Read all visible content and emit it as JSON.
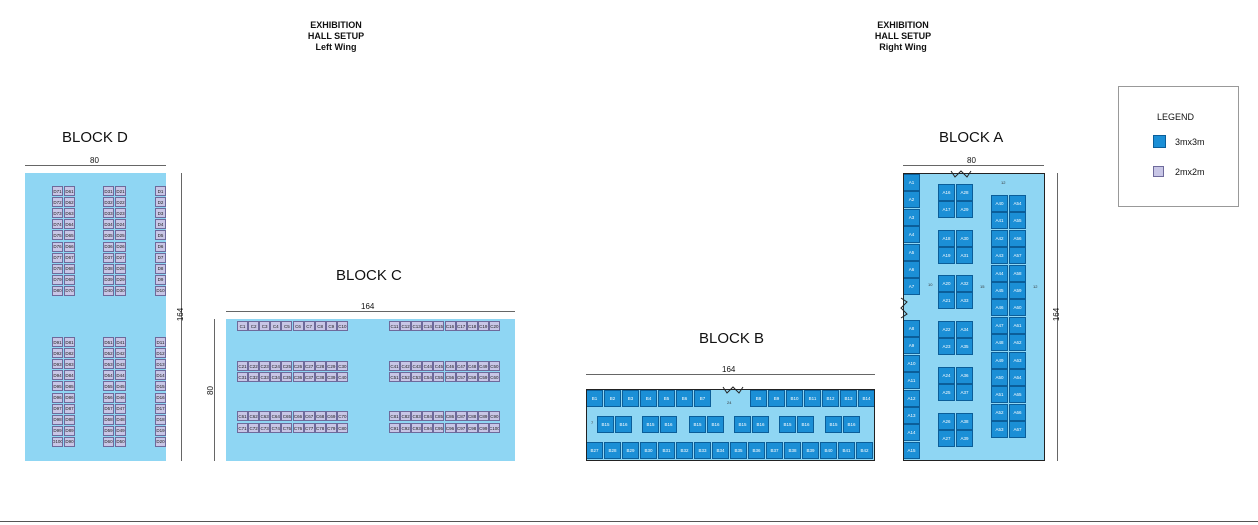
{
  "headers": {
    "left": {
      "l1": "EXHIBITION",
      "l2": "HALL SETUP",
      "l3": "Left Wing"
    },
    "right": {
      "l1": "EXHIBITION",
      "l2": "HALL SETUP",
      "l3": "Right Wing"
    }
  },
  "blocks": {
    "a": {
      "title": "BLOCK A",
      "width": "80",
      "height": "164"
    },
    "b": {
      "title": "BLOCK B",
      "width": "164"
    },
    "c": {
      "title": "BLOCK C",
      "width": "164",
      "height": "80"
    },
    "d": {
      "title": "BLOCK D",
      "width": "80",
      "height": "164"
    }
  },
  "gaps": {
    "a1": "10",
    "a2": "15",
    "a3": "12",
    "a4": "12",
    "b1": "24",
    "b2": "7"
  },
  "legend": {
    "title": "LEGEND",
    "large": "3mx3m",
    "small": "2mx2m",
    "large_color": "#1b8fd6",
    "small_color": "#c8c6e6"
  },
  "floor_color": "#8fd6f3",
  "booths": {
    "d": {
      "colA_top": [
        "D71",
        "D72",
        "D73",
        "D74",
        "D75",
        "D76",
        "D77",
        "D78",
        "D79",
        "D80"
      ],
      "colB_top": [
        "D61",
        "D62",
        "D63",
        "D64",
        "D65",
        "D66",
        "D67",
        "D68",
        "D69",
        "D70"
      ],
      "colC_top": [
        "D31",
        "D32",
        "D33",
        "D34",
        "D35",
        "D36",
        "D37",
        "D38",
        "D39",
        "D40"
      ],
      "colD_top": [
        "D21",
        "D22",
        "D23",
        "D24",
        "D25",
        "D26",
        "D27",
        "D28",
        "D29",
        "D30"
      ],
      "colE_top": [
        "D1",
        "D2",
        "D3",
        "D4",
        "D5",
        "D6",
        "D7",
        "D8",
        "D9",
        "D10"
      ],
      "colA_bot": [
        "D91",
        "D92",
        "D93",
        "D94",
        "D95",
        "D96",
        "D97",
        "D98",
        "D99",
        "D100"
      ],
      "colB_bot": [
        "D81",
        "D82",
        "D83",
        "D84",
        "D85",
        "D86",
        "D87",
        "D88",
        "D89",
        "D90"
      ],
      "colC_bot": [
        "D51",
        "D52",
        "D53",
        "D54",
        "D55",
        "D56",
        "D57",
        "D58",
        "D59",
        "D60"
      ],
      "colD_bot": [
        "D41",
        "D42",
        "D43",
        "D44",
        "D45",
        "D46",
        "D47",
        "D48",
        "D49",
        "D50"
      ],
      "colE_bot": [
        "D11",
        "D12",
        "D13",
        "D14",
        "D15",
        "D16",
        "D17",
        "D18",
        "D19",
        "D20"
      ]
    },
    "c": {
      "r1a": [
        "C1",
        "C2",
        "C3",
        "C4",
        "C5",
        "C6",
        "C7",
        "C8",
        "C9",
        "C10"
      ],
      "r1b": [
        "C11",
        "C12",
        "C13",
        "C14",
        "C15",
        "C16",
        "C17",
        "C18",
        "C19",
        "C20"
      ],
      "r2a": [
        "C21",
        "C22",
        "C23",
        "C24",
        "C25",
        "C26",
        "C27",
        "C28",
        "C29",
        "C30"
      ],
      "r3a": [
        "C31",
        "C32",
        "C33",
        "C34",
        "C35",
        "C36",
        "C37",
        "C38",
        "C39",
        "C40"
      ],
      "r2b": [
        "C41",
        "C42",
        "C43",
        "C44",
        "C45",
        "C46",
        "C47",
        "C48",
        "C49",
        "C50"
      ],
      "r3b": [
        "C51",
        "C52",
        "C53",
        "C54",
        "C55",
        "C56",
        "C57",
        "C58",
        "C59",
        "C60"
      ],
      "r4a": [
        "C61",
        "C62",
        "C63",
        "C64",
        "C65",
        "C66",
        "C67",
        "C68",
        "C69",
        "C70"
      ],
      "r5a": [
        "C71",
        "C72",
        "C73",
        "C74",
        "C75",
        "C76",
        "C77",
        "C78",
        "C79",
        "C80"
      ],
      "r4b": [
        "C81",
        "C82",
        "C83",
        "C84",
        "C85",
        "C86",
        "C87",
        "C88",
        "C89",
        "C90"
      ],
      "r5b": [
        "C91",
        "C92",
        "C93",
        "C94",
        "C95",
        "C96",
        "C97",
        "C98",
        "C99",
        "C100"
      ]
    },
    "b": {
      "top_l": [
        "B1",
        "B2",
        "B3",
        "B4",
        "B5",
        "B6",
        "B7"
      ],
      "top_r": [
        "B8",
        "B9",
        "B10",
        "B11",
        "B12",
        "B13",
        "B14"
      ],
      "mid": [
        "B15",
        "B16",
        "B15",
        "B16",
        "B15",
        "B16",
        "B15",
        "B16",
        "B15",
        "B16",
        "B15",
        "B16"
      ],
      "bot": [
        "B27",
        "B28",
        "B29",
        "B30",
        "B31",
        "B32",
        "B33",
        "B34",
        "B35",
        "B36",
        "B37",
        "B38",
        "B39",
        "B40",
        "B41",
        "B42"
      ]
    },
    "a": {
      "left_top": [
        "A1",
        "A2",
        "A3",
        "A4",
        "A5",
        "A6",
        "A7"
      ],
      "left_bot": [
        "A8",
        "A9",
        "A10",
        "A11",
        "A12",
        "A13",
        "A14",
        "A15"
      ],
      "mid_l1": [
        "A16",
        "A17",
        "A18",
        "A19",
        "A20",
        "A21"
      ],
      "mid_r1": [
        "A28",
        "A29",
        "A30",
        "A31",
        "A32",
        "A33"
      ],
      "mid_l2": [
        "A22",
        "A23",
        "A24",
        "A25",
        "A26",
        "A27"
      ],
      "mid_r2": [
        "A34",
        "A35",
        "A36",
        "A37",
        "A38",
        "A39"
      ],
      "right_l": [
        "A40",
        "A41",
        "A42",
        "A43",
        "A44",
        "A45",
        "A46",
        "A47",
        "A48",
        "A49",
        "A50",
        "A51",
        "A52",
        "A53"
      ],
      "right_r": [
        "A54",
        "A55",
        "A56",
        "A57",
        "A58",
        "A59",
        "A60",
        "A61",
        "A62",
        "A63",
        "A64",
        "A65",
        "A66",
        "A67"
      ]
    }
  }
}
